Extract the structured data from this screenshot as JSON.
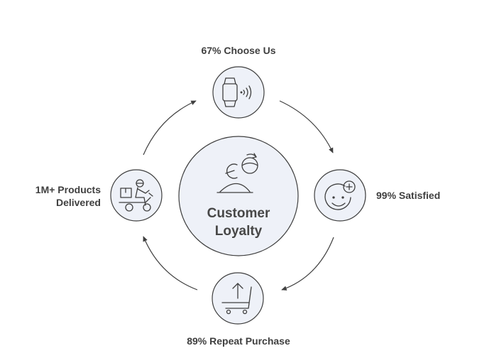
{
  "center": {
    "line1": "Customer",
    "line2": "Loyalty",
    "icon": "customer-loyalty-icon"
  },
  "nodes": {
    "top": {
      "label": "67% Choose Us",
      "icon": "smartwatch-icon"
    },
    "right": {
      "label": "99% Satisfied",
      "icon": "smiley-plus-icon"
    },
    "bottom": {
      "label": "89% Repeat Purchase",
      "icon": "shopping-cart-icon"
    },
    "left": {
      "line1": "1M+ Products",
      "line2": "Delivered",
      "icon": "delivery-scooter-icon"
    }
  },
  "colors": {
    "circle_fill": "#eef1f8",
    "stroke": "#3f3f3f",
    "text": "#3f3f3f"
  }
}
